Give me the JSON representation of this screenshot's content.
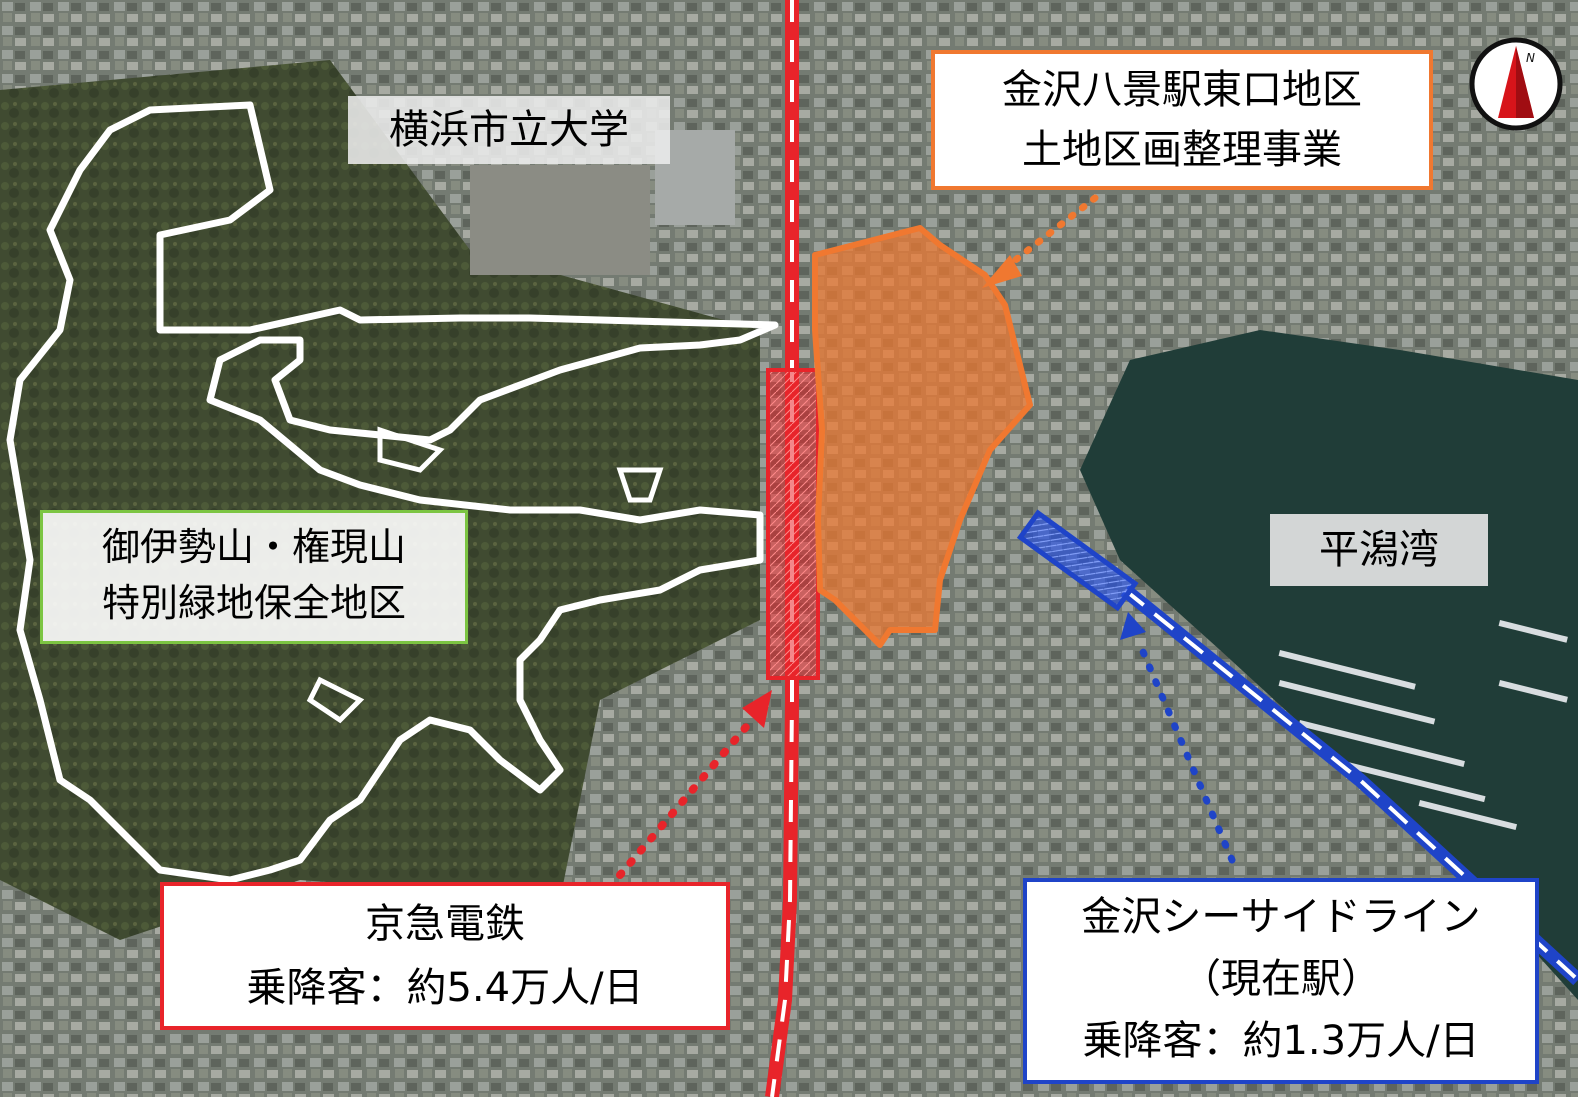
{
  "map": {
    "labels": {
      "university": "横浜市立大学",
      "bay": "平潟湾",
      "green_area": [
        "御伊勢山・権現山",
        "特別緑地保全地区"
      ],
      "land_project": [
        "金沢八景駅東口地区",
        "土地区画整理事業"
      ],
      "keikyu": [
        "京急電鉄",
        "乗降客：約5.4万人/日"
      ],
      "seaside_line": [
        "金沢シーサイドライン",
        "（現在駅）",
        "乗降客：約1.3万人/日"
      ]
    },
    "compass": {
      "letter": "N",
      "icon": "north-arrow-icon"
    },
    "colors": {
      "keikyu_line": "#e8242a",
      "seaside_line": "#1f44c8",
      "project_area": "#f07830",
      "green_area_border": "#7cc542",
      "conservation_outline": "#ffffff",
      "water": "#1f3a36",
      "land": "#6d7465",
      "forest": "#3f4a30"
    }
  }
}
